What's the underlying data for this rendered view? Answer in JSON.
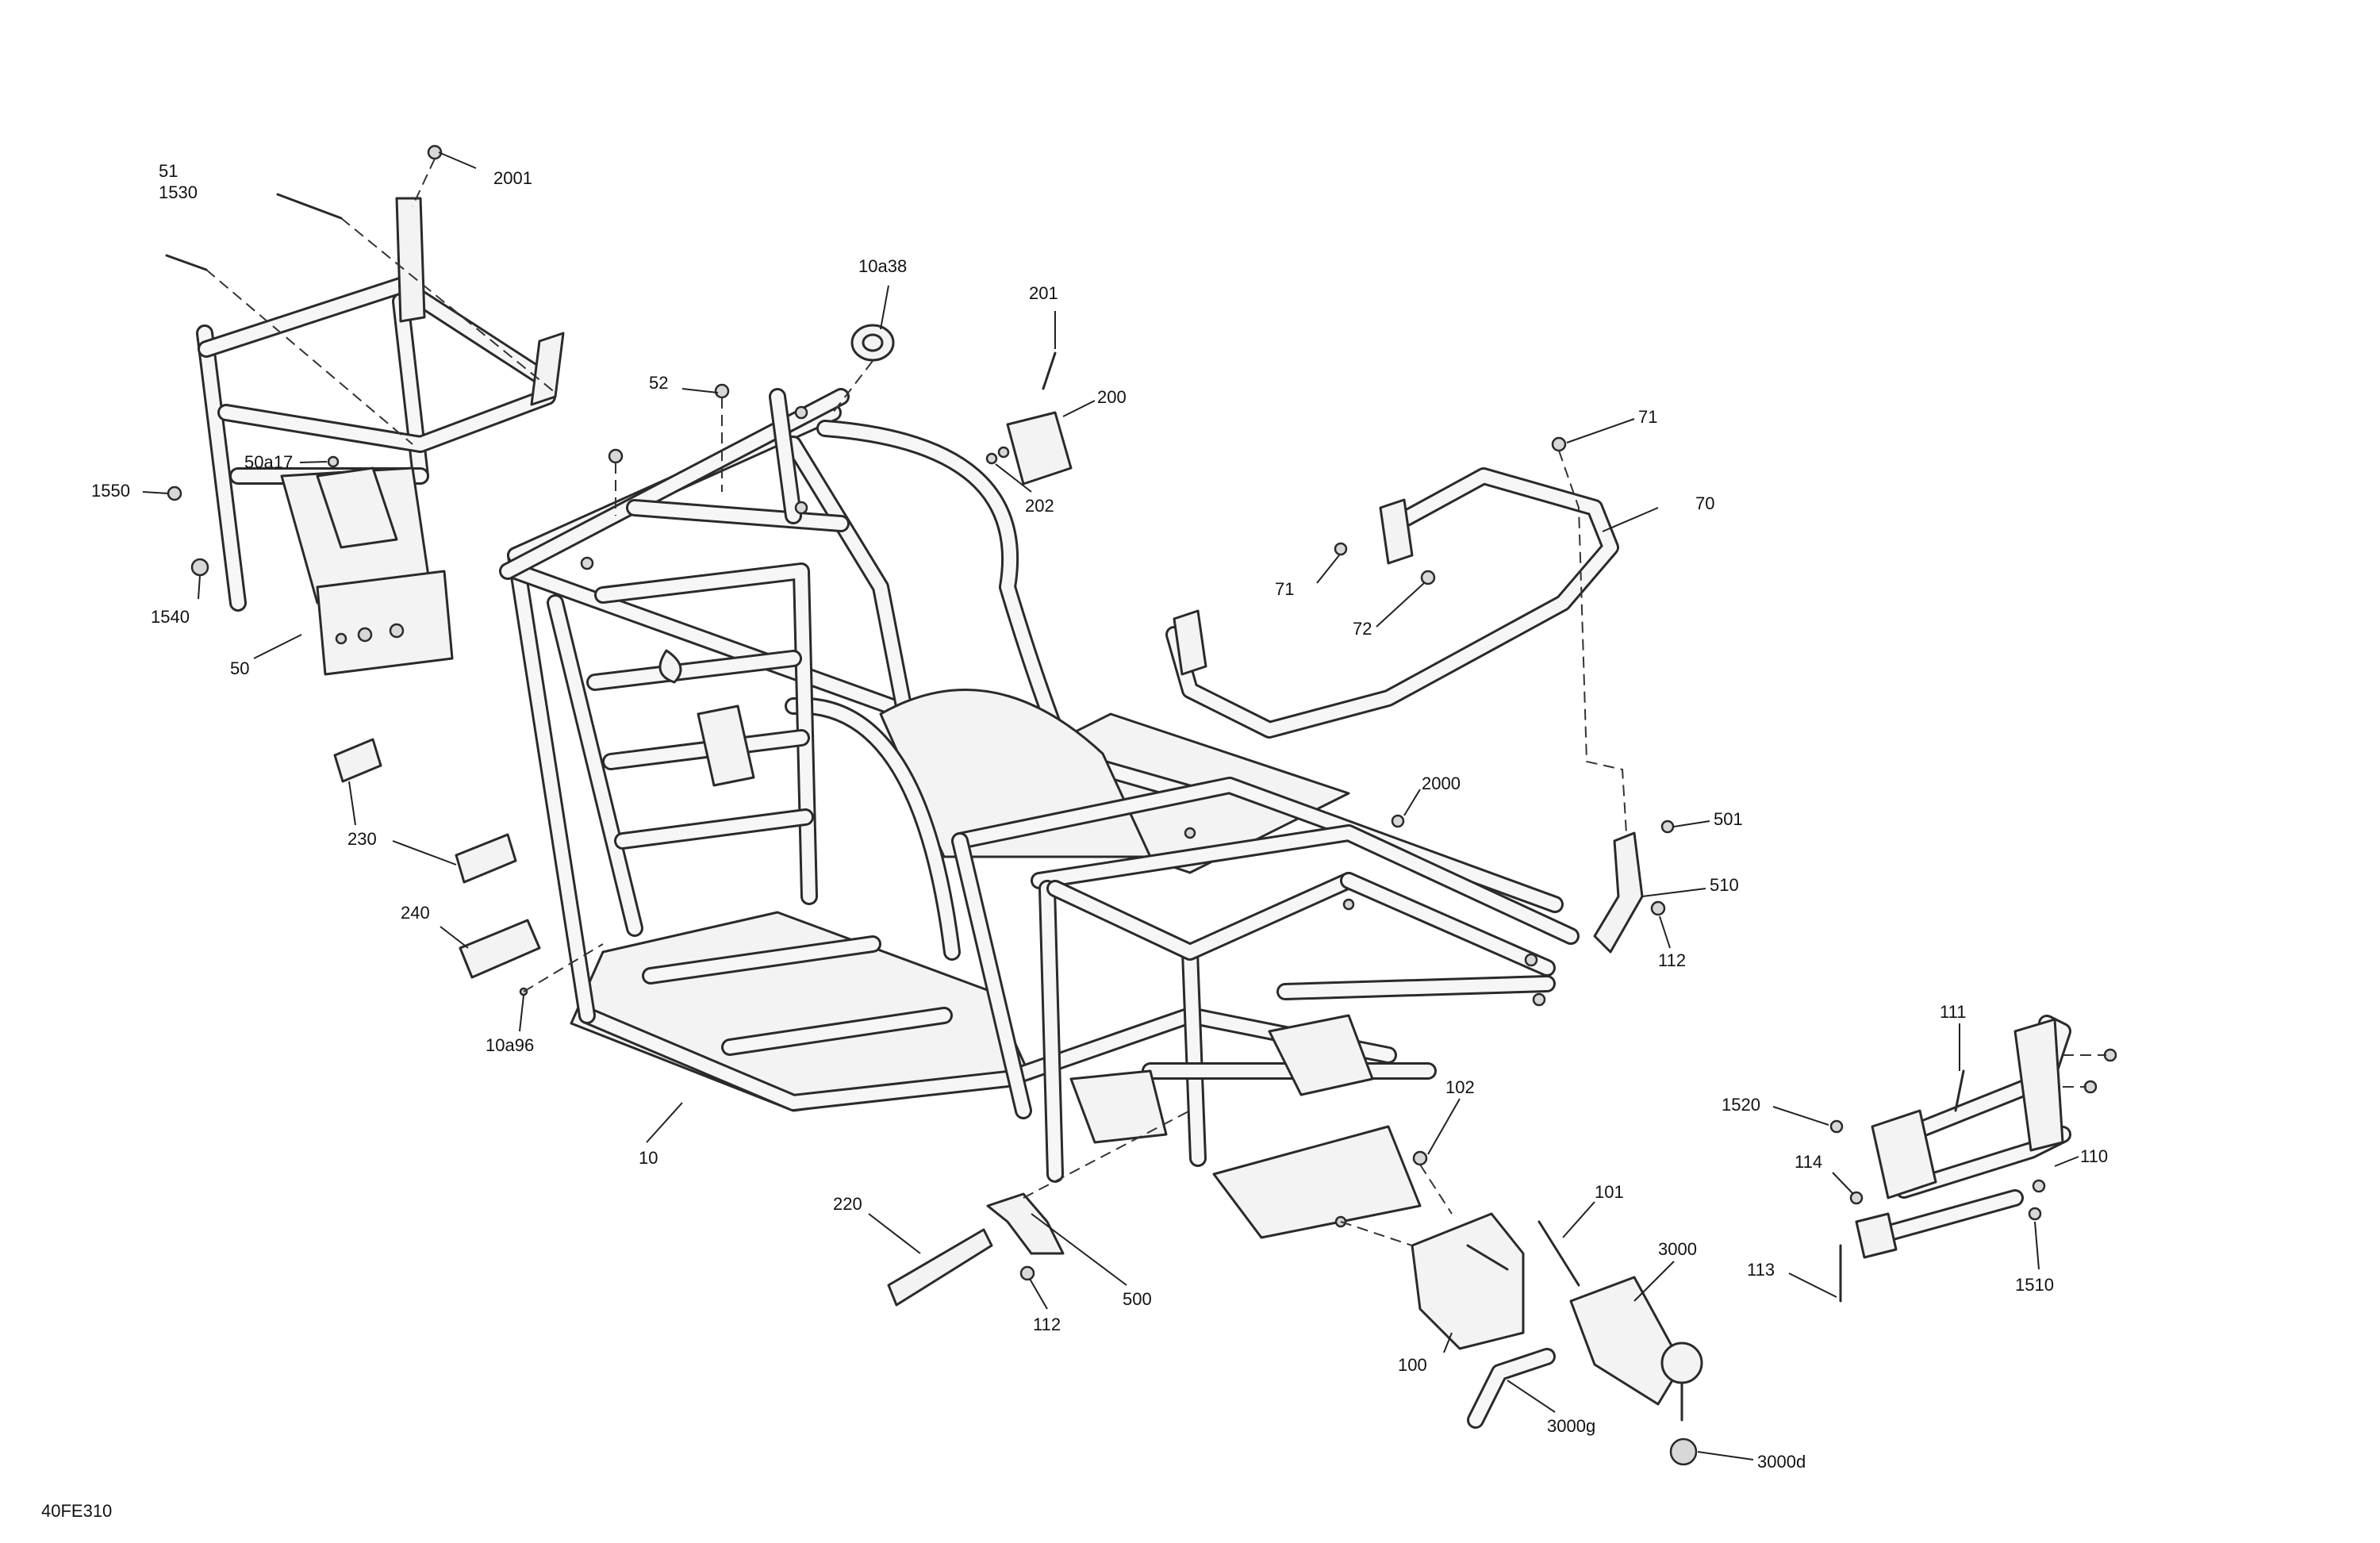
{
  "drawing": {
    "code": "40FE310"
  },
  "callouts": {
    "c51": "51",
    "c1530": "1530",
    "c2001": "2001",
    "c10a38": "10a38",
    "c201": "201",
    "c200": "200",
    "c202": "202",
    "c52": "52",
    "c50a17": "50a17",
    "c1550": "1550",
    "c1540": "1540",
    "c50": "50",
    "c71a": "71",
    "c70": "70",
    "c71b": "71",
    "c72": "72",
    "c2000": "2000",
    "c501": "501",
    "c510": "510",
    "c112a": "112",
    "c230": "230",
    "c240": "240",
    "c10a96": "10a96",
    "c10": "10",
    "c102": "102",
    "c101": "101",
    "c220": "220",
    "c500": "500",
    "c112b": "112",
    "c100": "100",
    "c3000": "3000",
    "c3000g": "3000g",
    "c3000d": "3000d",
    "c111": "111",
    "c1520": "1520",
    "c110": "110",
    "c114": "114",
    "c113": "113",
    "c1510": "1510"
  }
}
